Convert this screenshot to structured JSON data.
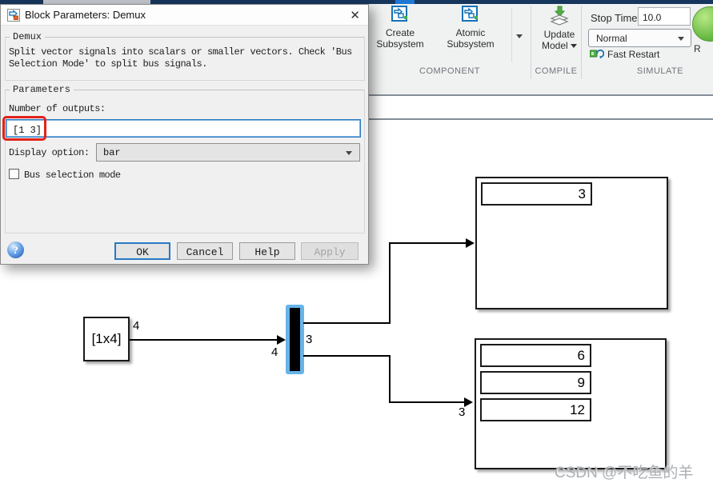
{
  "dialog": {
    "title": "Block Parameters: Demux",
    "close_glyph": "✕",
    "demux_group": {
      "label": "Demux",
      "description": "Split vector signals into scalars or smaller vectors. Check 'Bus\nSelection Mode' to split bus signals."
    },
    "parameters_group": {
      "label": "Parameters",
      "number_of_outputs_label": "Number of outputs:",
      "number_of_outputs_value": "[1 3]",
      "display_option_label": "Display option:",
      "display_option_value": "bar",
      "bus_selection_label": "Bus selection mode"
    },
    "buttons": {
      "ok": "OK",
      "cancel": "Cancel",
      "help": "Help",
      "apply": "Apply"
    },
    "help_glyph": "?"
  },
  "toolbar": {
    "create_subsystem_line1": "Create",
    "create_subsystem_line2": "Subsystem",
    "atomic_subsystem_line1": "Atomic",
    "atomic_subsystem_line2": "Subsystem",
    "component_section_label": "COMPONENT",
    "update_model_line1": "Update",
    "update_model_line2": "Model",
    "compile_section_label": "COMPILE",
    "stop_time_label": "Stop Time",
    "stop_time_value": "10.0",
    "simulation_mode_value": "Normal",
    "fast_restart_label": "Fast Restart",
    "simulate_section_label": "SIMULATE",
    "run_partial_label": "R"
  },
  "canvas": {
    "source_block": {
      "label": "[1x4]",
      "output_width_label": "4"
    },
    "demux": {
      "input_width_label": "4",
      "output_width_label": "3"
    },
    "branch_width_label": "3",
    "display1": {
      "values": [
        "3"
      ]
    },
    "display2": {
      "values": [
        "6",
        "9",
        "12"
      ]
    },
    "watermark": "CSDN @不吃鱼的羊"
  },
  "colors": {
    "accent_blue": "#2779c4",
    "selection_blue": "#66b4e8",
    "annotation_red": "#e2231a",
    "run_green": "#62b53e",
    "navy_strip": "#17365d"
  }
}
